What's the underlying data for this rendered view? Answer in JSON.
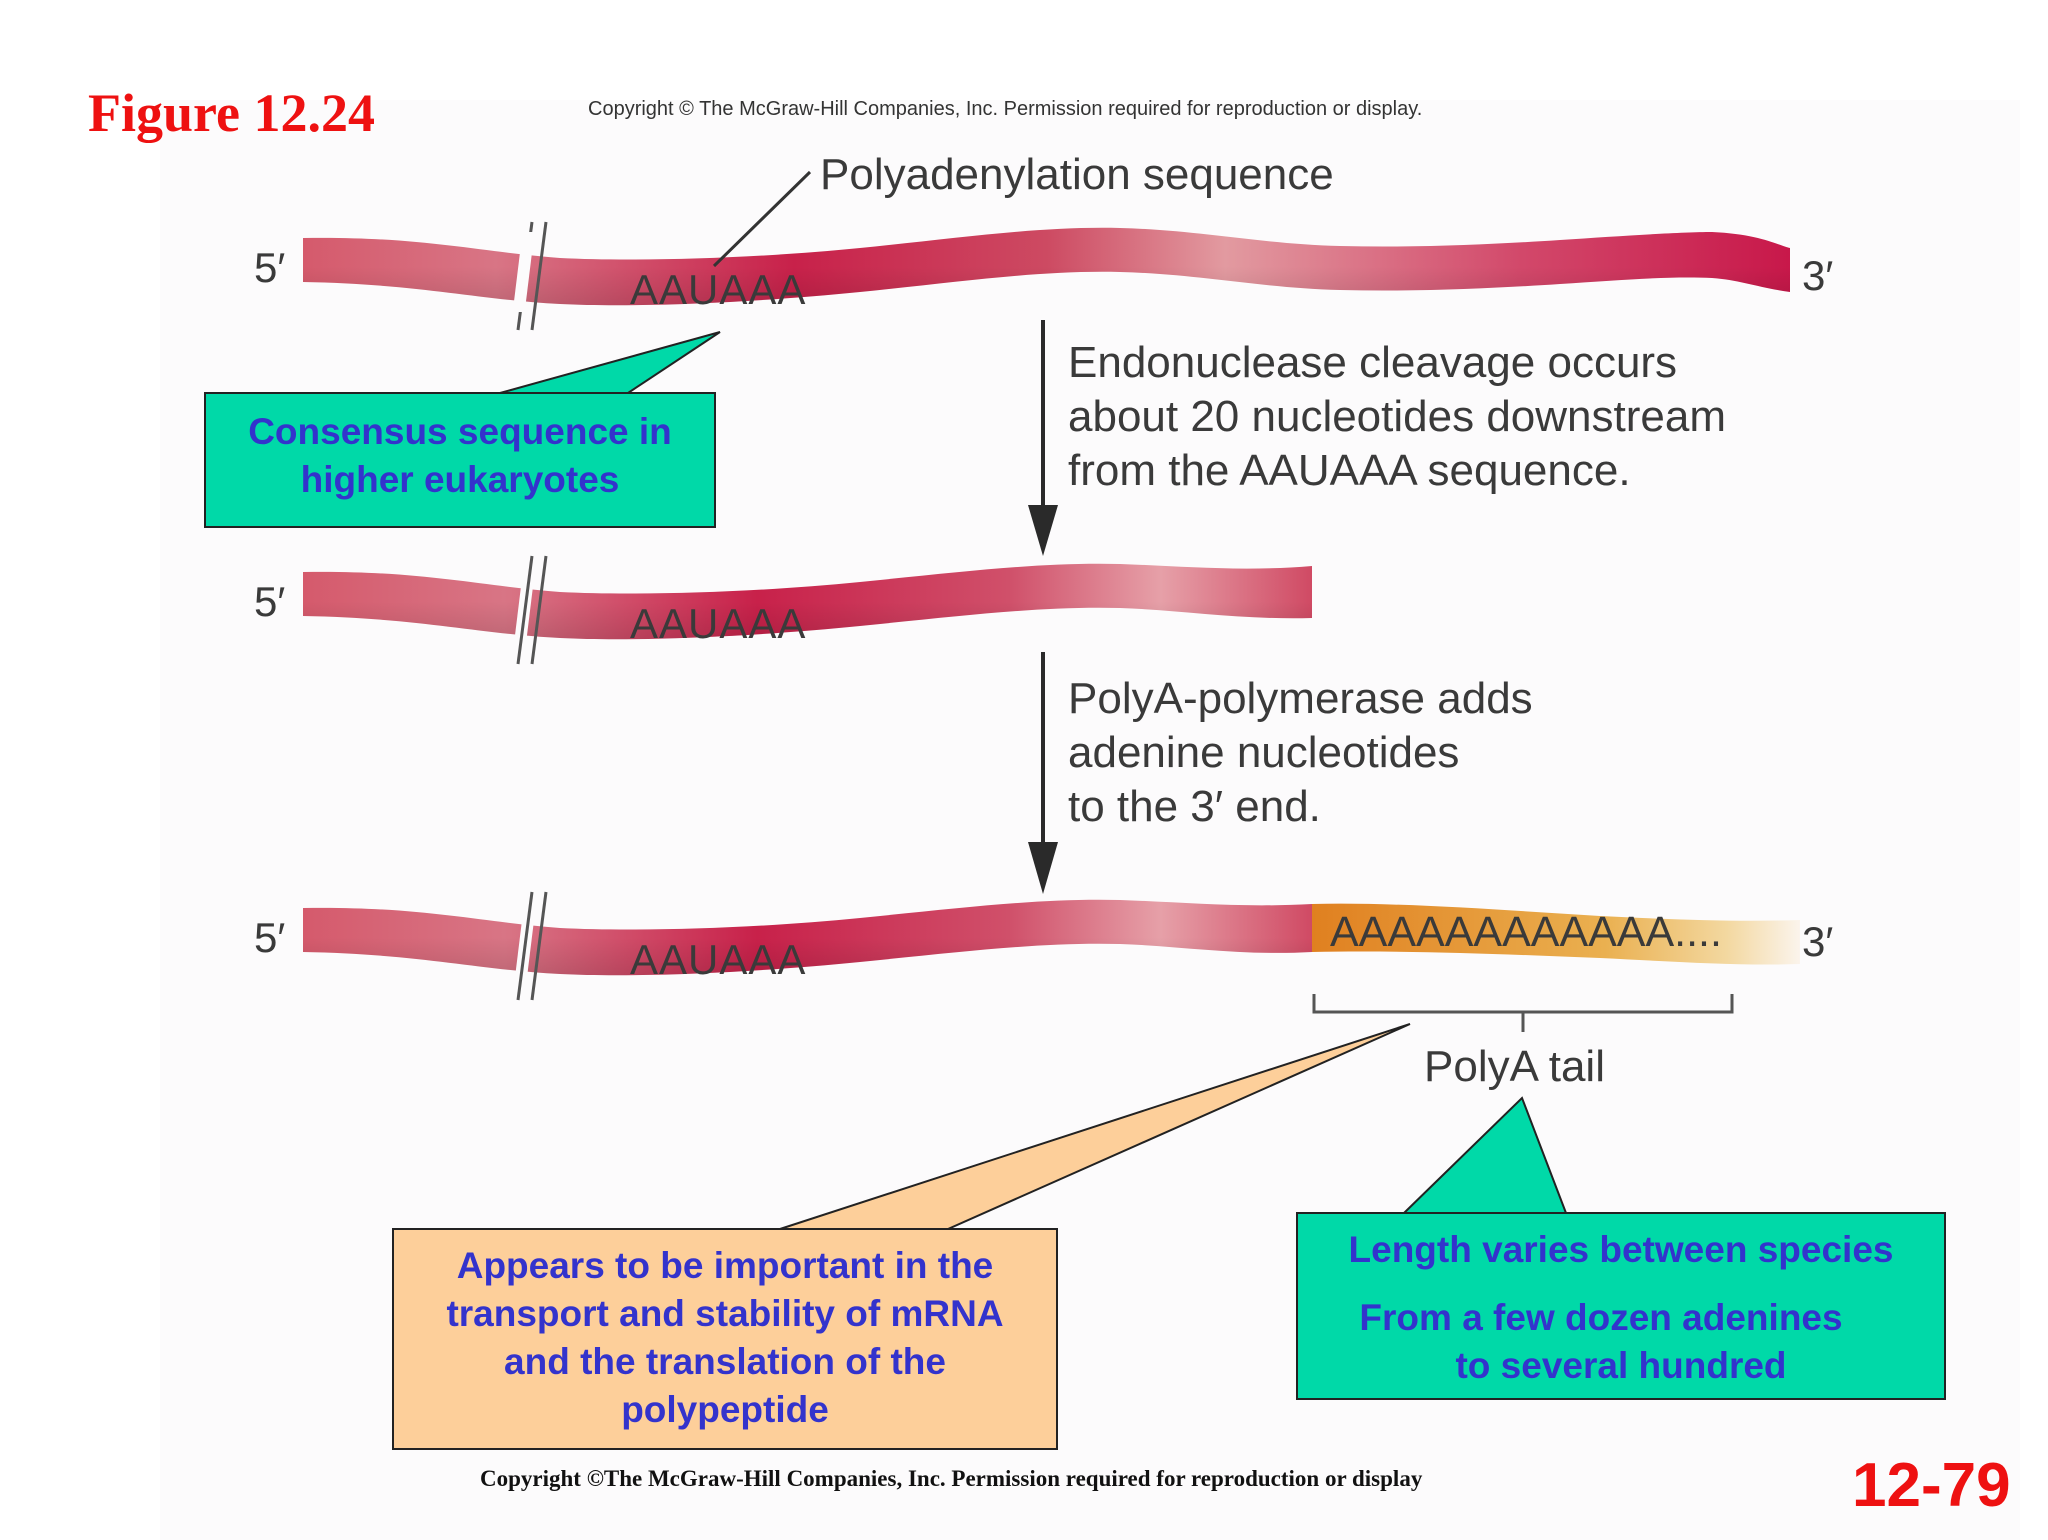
{
  "figure_title": "Figure 12.24",
  "copyright_top": "Copyright © The McGraw-Hill Companies, Inc. Permission required for reproduction or display.",
  "copyright_bottom": "Copyright ©The McGraw-Hill Companies, Inc. Permission required for reproduction or display",
  "slide_number": "12-79",
  "strand_1": {
    "five_prime": "5′",
    "three_prime": "3′",
    "sequence": "AAUAAA",
    "pointer_label": "Polyadenylation sequence"
  },
  "step_1_text": [
    "Endonuclease cleavage occurs",
    "about 20 nucleotides downstream",
    "from the AAUAAA sequence."
  ],
  "strand_2": {
    "five_prime": "5′",
    "sequence": "AAUAAA"
  },
  "step_2_text": [
    "PolyA-polymerase adds",
    "adenine nucleotides",
    "to the 3′ end."
  ],
  "strand_3": {
    "five_prime": "5′",
    "three_prime": "3′",
    "sequence": "AAUAAA",
    "polya_sequence": "AAAAAAAAAAAA....",
    "tail_label": "PolyA tail"
  },
  "callouts": {
    "consensus": [
      "Consensus sequence in",
      "higher eukaryotes"
    ],
    "importance": [
      "Appears to be important in the",
      "transport and stability of mRNA",
      "and the translation of the",
      "polypeptide"
    ],
    "length_title": "Length varies between species",
    "length_detail": [
      "From a few dozen adenines",
      "to several hundred"
    ]
  },
  "colors": {
    "rna_dark": "#c8214a",
    "rna_light": "#e29aa0",
    "polya_orange": "#e8a030",
    "callout_teal": "#00d9a8",
    "callout_peach": "#fdcf9a",
    "callout_text": "#3333cc",
    "title_red": "#ee1111"
  }
}
